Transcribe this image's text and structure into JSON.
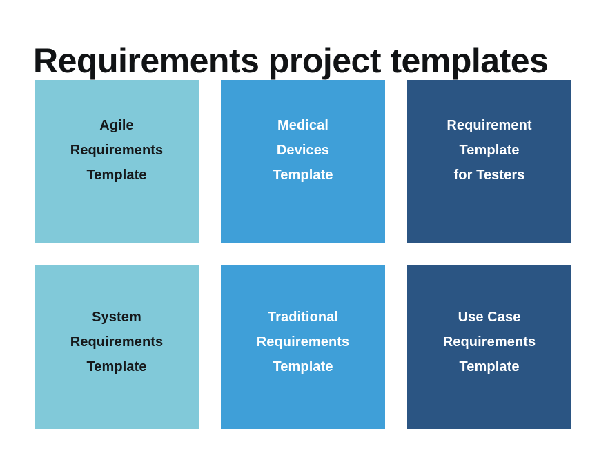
{
  "page": {
    "title": "Requirements project templates",
    "background_color": "#ffffff",
    "title_color": "#111315"
  },
  "palette": {
    "light_teal": "#81c9d9",
    "medium_blue": "#3f9fd8",
    "dark_navy": "#2b5583",
    "dark_text": "#16181a",
    "light_text": "#ffffff"
  },
  "grid": {
    "columns": 3,
    "rows": 2,
    "cards": [
      {
        "label": "Agile\nRequirements\nTemplate",
        "theme": "light",
        "background_color": "#81c9d9",
        "text_color": "#16181a",
        "row": 1,
        "column": 1
      },
      {
        "label": "Medical\nDevices\nTemplate",
        "theme": "medium",
        "background_color": "#3f9fd8",
        "text_color": "#ffffff",
        "row": 1,
        "column": 2
      },
      {
        "label": "Requirement\nTemplate\nfor Testers",
        "theme": "dark",
        "background_color": "#2b5583",
        "text_color": "#ffffff",
        "row": 1,
        "column": 3
      },
      {
        "label": "System\nRequirements\nTemplate",
        "theme": "light",
        "background_color": "#81c9d9",
        "text_color": "#16181a",
        "row": 2,
        "column": 1
      },
      {
        "label": "Traditional\nRequirements\nTemplate",
        "theme": "medium",
        "background_color": "#3f9fd8",
        "text_color": "#ffffff",
        "row": 2,
        "column": 2
      },
      {
        "label": "Use Case\nRequirements\nTemplate",
        "theme": "dark",
        "background_color": "#2b5583",
        "text_color": "#ffffff",
        "row": 2,
        "column": 3
      }
    ]
  }
}
